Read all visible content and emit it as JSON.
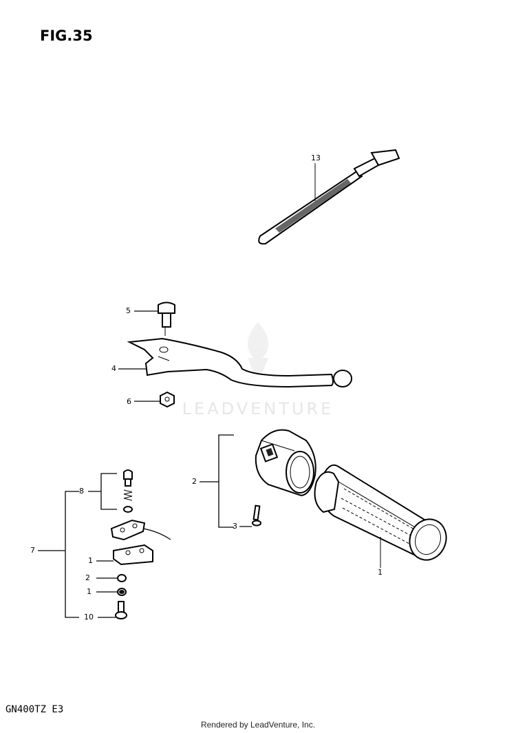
{
  "figure": {
    "title": "FIG.35",
    "model_code": "GN400TZ E3",
    "footer": "Rendered by LeadVenture, Inc.",
    "watermark": "LEADVENTURE"
  },
  "callouts": {
    "c13": "13",
    "c5": "5",
    "c4": "4",
    "c6": "6",
    "c2": "2",
    "c3": "3",
    "c1": "1",
    "c8": "8",
    "c7": "7",
    "c11": "1",
    "c12": "2",
    "c9": "1",
    "c10": "10"
  }
}
